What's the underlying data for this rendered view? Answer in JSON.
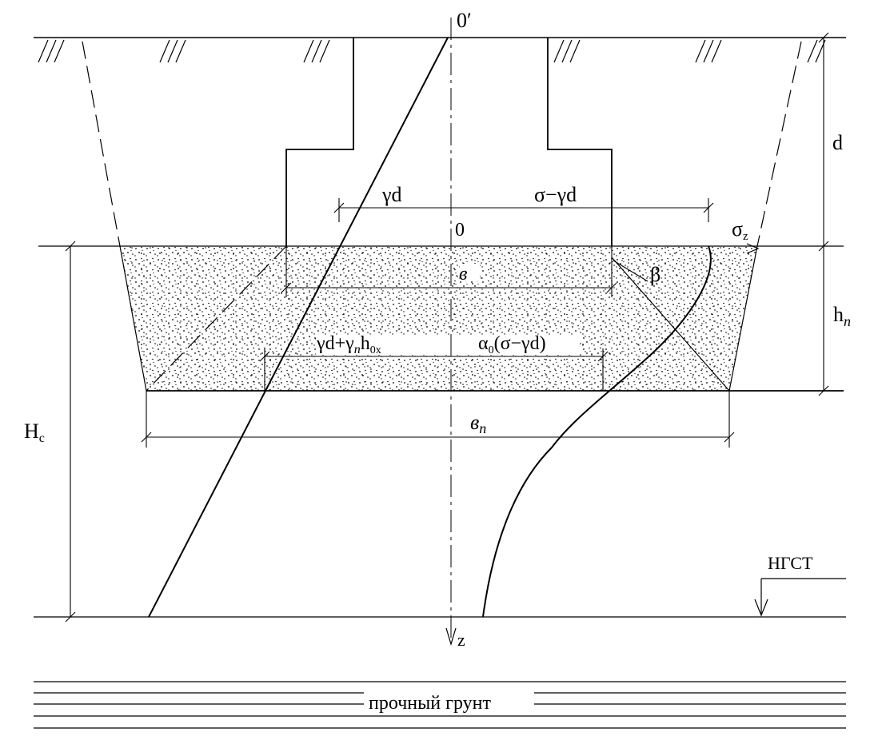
{
  "labels": {
    "origin_top": "0′",
    "origin": "0",
    "z_axis": "z",
    "d": "d",
    "h_n": "h",
    "h_n_sub": "n",
    "H_c": "H",
    "H_c_sub": "c",
    "gamma_d": "γd",
    "sigma_minus_gamma_d": "σ−γd",
    "sigma_z": "σ",
    "sigma_z_sub": "z",
    "beta": "β",
    "b": "в",
    "b_n": "в",
    "b_n_sub": "n",
    "gamma_d_plus_gamma_n_h0x_1": "γd+γ",
    "gamma_d_plus_gamma_n_h0x_n": "n",
    "gamma_d_plus_gamma_n_h0x_2": "h",
    "gamma_d_plus_gamma_n_h0x_sub": "0x",
    "alpha0_expr_1": "α",
    "alpha0_expr_sub": "0",
    "alpha0_expr_2": "(σ−γd)",
    "groundwater": "НГСТ",
    "firm_soil": "прочный грунт"
  },
  "colors": {
    "line": "#000000",
    "background": "#ffffff",
    "sand_dots": "#000000"
  }
}
